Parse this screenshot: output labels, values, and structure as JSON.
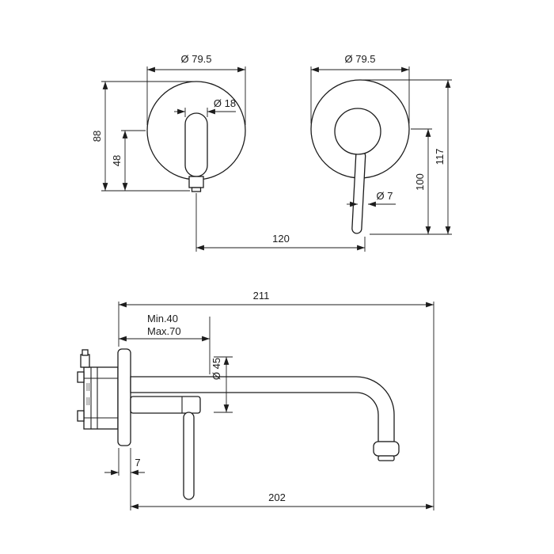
{
  "page": {
    "background": "#ffffff",
    "line_color": "#1c1c1c"
  },
  "front_view_spout": {
    "plate_diameter_label": "Ø 79.5",
    "spout_diameter_label": "Ø 18",
    "overall_height_label": "88",
    "spout_drop_label": "48"
  },
  "front_view_handle": {
    "plate_diameter_label": "Ø 79.5",
    "lever_diameter_label": "Ø 7",
    "lever_drop_label": "100",
    "overall_height_label": "117"
  },
  "front_spacing_label": "120",
  "side_view": {
    "overall_projection_label": "211",
    "rough_in_min_label": "Min.40",
    "rough_in_max_label": "Max.70",
    "escutcheon_diameter_label": "Ø 45",
    "plate_thickness_label": "7",
    "spout_projection_label": "202"
  }
}
